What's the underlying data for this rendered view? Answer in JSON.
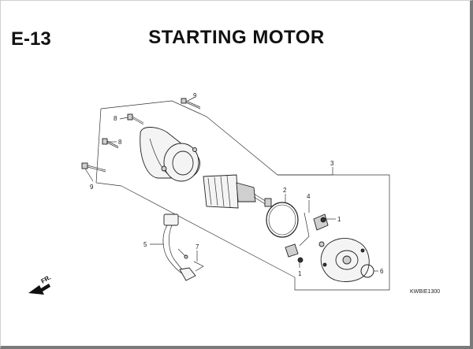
{
  "header": {
    "section_code": "E-13",
    "title": "STARTING MOTOR"
  },
  "callouts": {
    "bolt_top": "9",
    "bolt_upper": "8",
    "bolt_mid": "8",
    "bolt_lower": "9",
    "assembly": "3",
    "o_ring": "2",
    "brush_set": "4",
    "brush_top": "1",
    "brush_bottom": "1",
    "harness": "5",
    "clip": "7",
    "end_seal": "6"
  },
  "orientation": {
    "label": "FR."
  },
  "diagram_code": "KWBIE1300"
}
